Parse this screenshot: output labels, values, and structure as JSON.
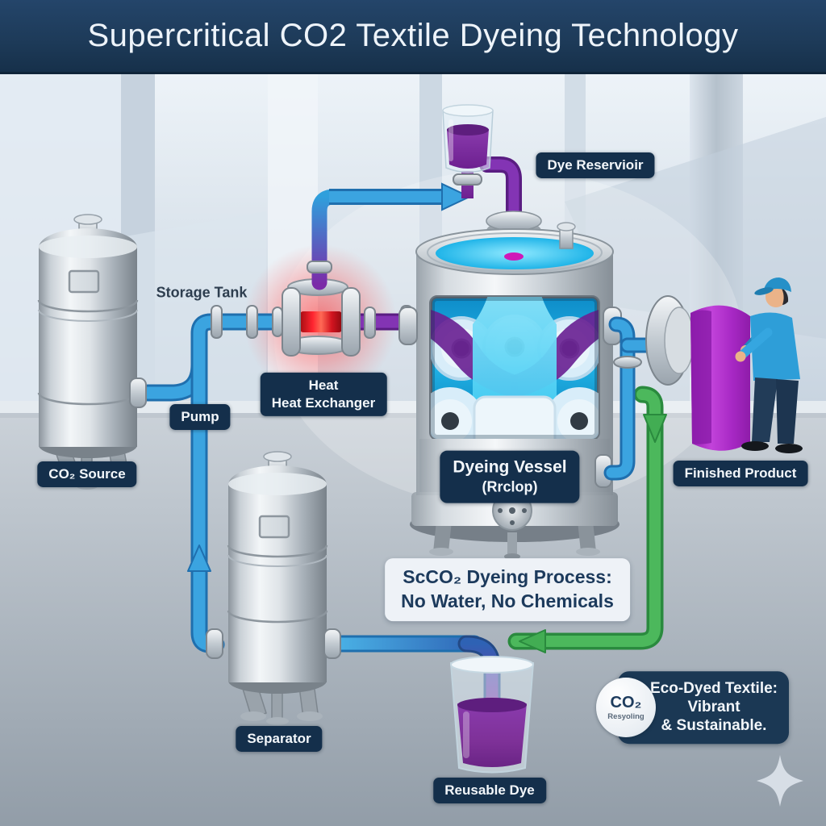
{
  "title": "Supercritical CO2 Textile Dyeing Technology",
  "equipment": {
    "co2_source": {
      "label": "CO₂ Source"
    },
    "storage_tank": {
      "label": "Storage Tank"
    },
    "pump": {
      "label": "Pump"
    },
    "heat_exchanger": {
      "line1": "Heat",
      "line2": "Heat Exchanger"
    },
    "dye_reservoir": {
      "label": "Dye Reservioir"
    },
    "dyeing_vessel": {
      "line1": "Dyeing Vessel",
      "line2": "(Rrclop)"
    },
    "finished_product": {
      "label": "Finished Product"
    },
    "separator": {
      "label": "Separator"
    },
    "reusable_dye": {
      "label": "Reusable Dye"
    }
  },
  "callouts": {
    "process": {
      "line1": "ScCO₂ Dyeing Process:",
      "line2": "No Water, No Chemicals"
    },
    "eco": {
      "line1": "Eco-Dyed Textile:",
      "line2": "Vibrant",
      "line3": "& Sustainable.",
      "badge_gas": "CO₂",
      "badge_caption": "Resyoling"
    }
  },
  "colors": {
    "banner_navy": "#1d3a58",
    "chip_navy": "#142f4b",
    "pipe_blue": "#3ba4e0",
    "pipe_purple": "#8334b4",
    "pipe_green": "#4cb85c",
    "heat_red": "#ff2430",
    "liquid_cyan": "#21b6ea",
    "dye_purple": "#7e3198",
    "fabric_magenta": "#ad2cc8"
  }
}
